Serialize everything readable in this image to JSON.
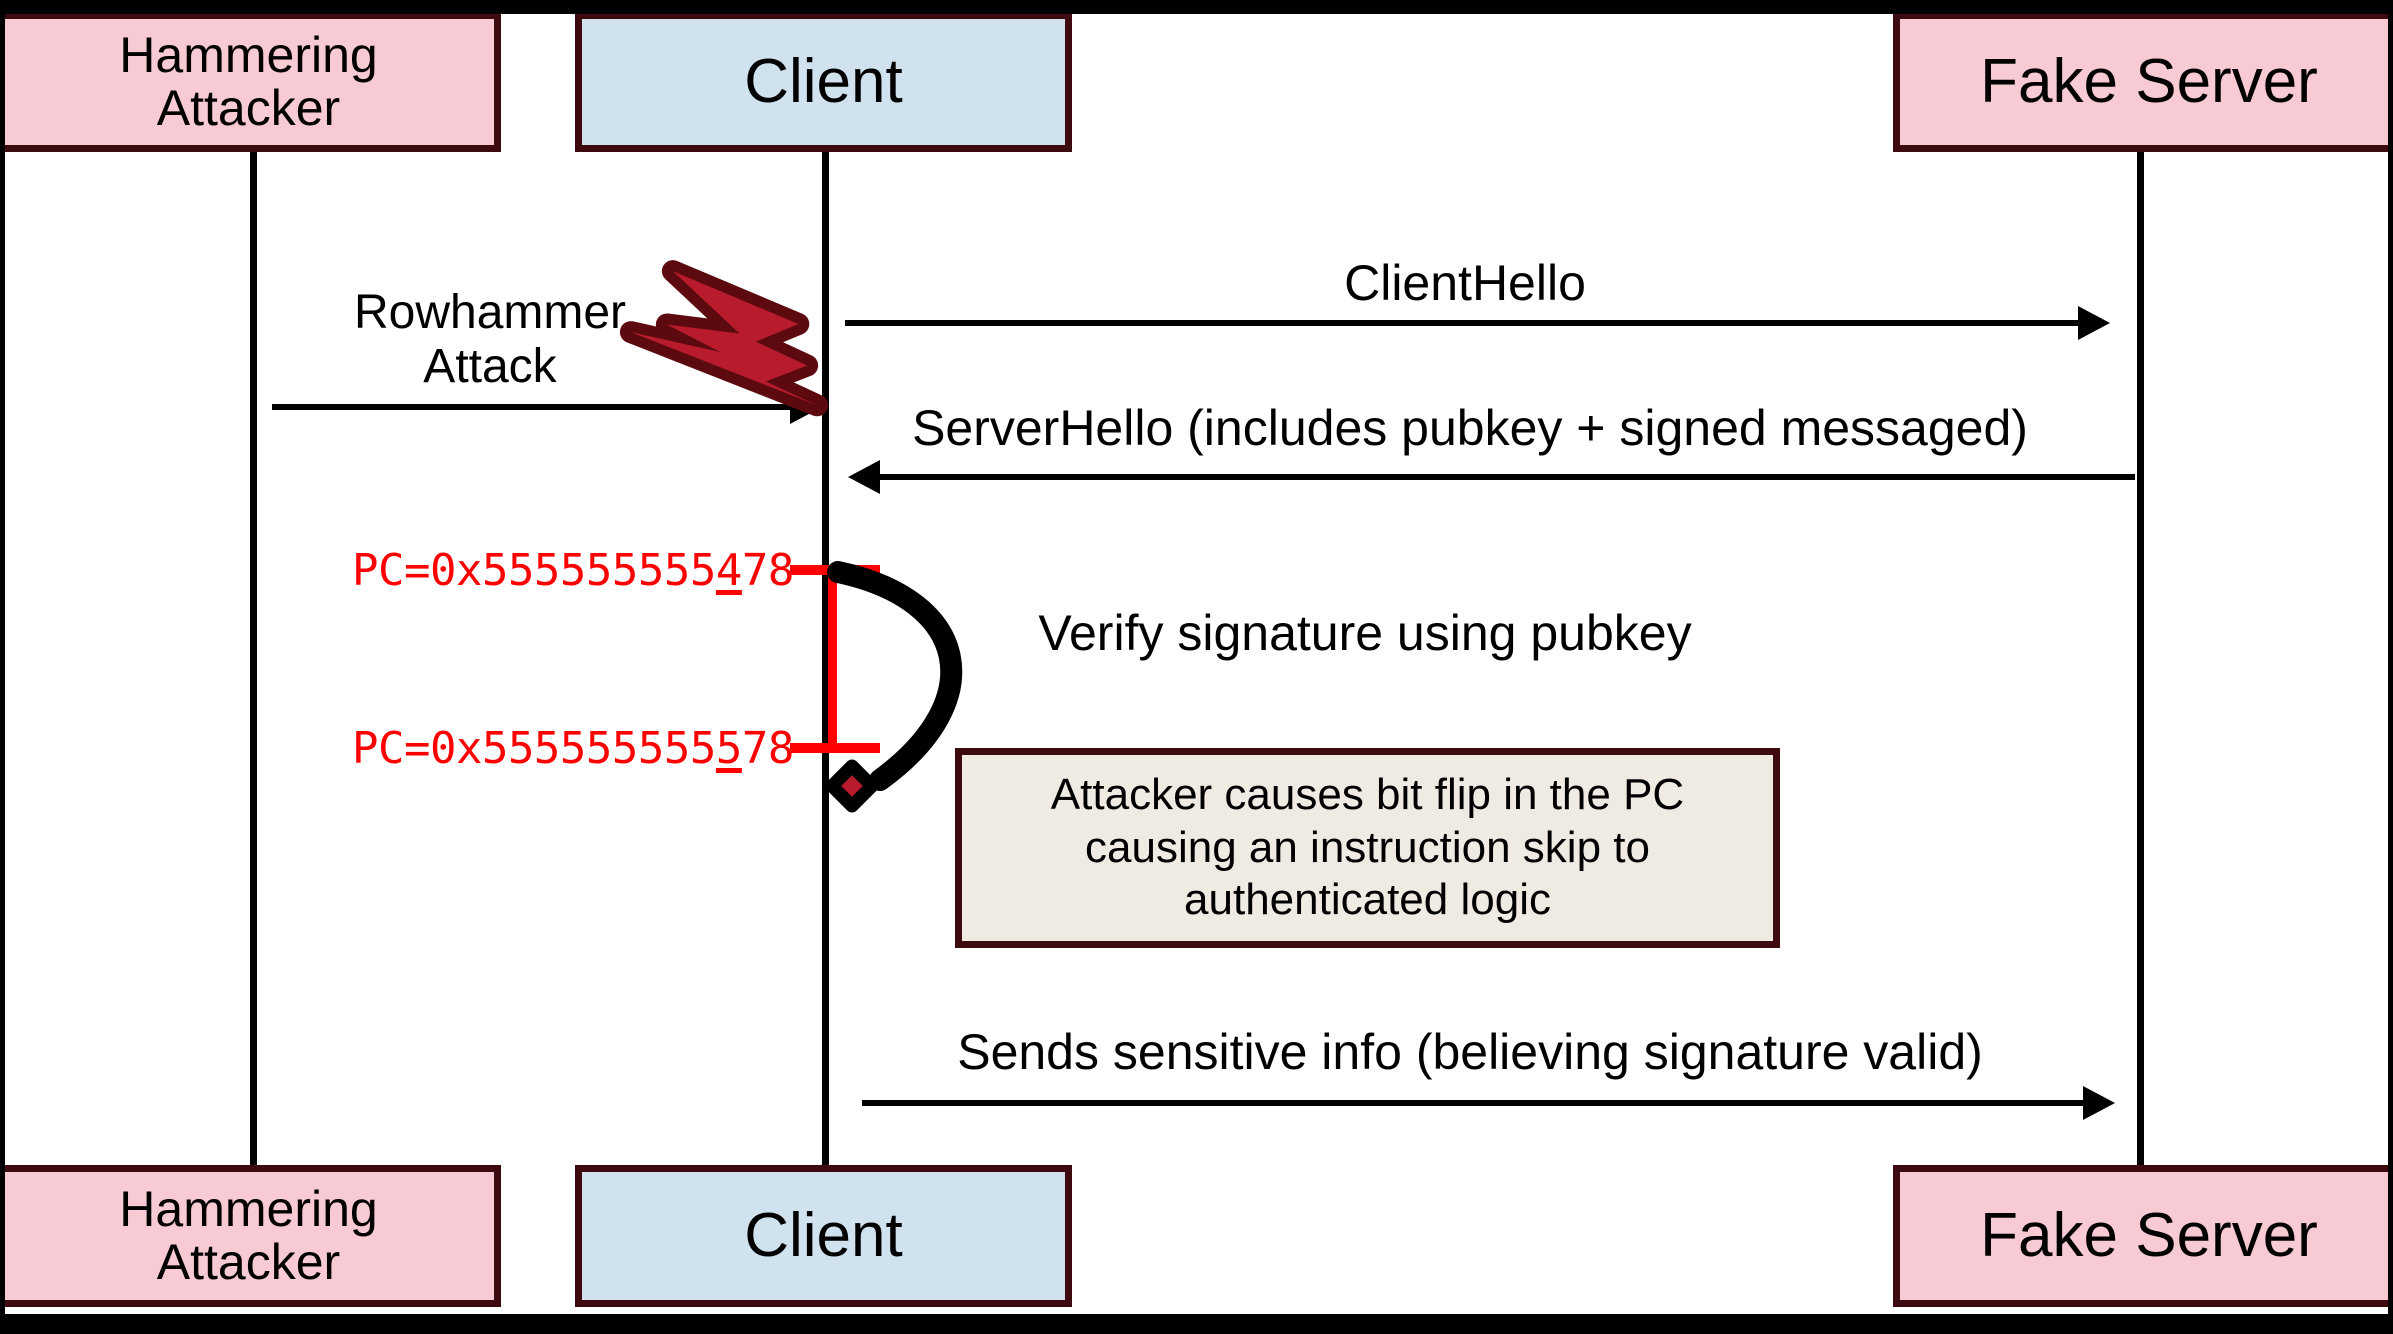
{
  "diagram": {
    "title": "Rowhammer attack on TLS client signature verification",
    "colors": {
      "actor_border": "#3D0A10",
      "attacker_fill": "#F7CAD4",
      "client_fill": "#CFE2EE",
      "note_fill": "#EFEBE2",
      "pc_red": "#FF0000",
      "bolt_outline": "#5C0A0F",
      "bolt_fill": "#B81B2C",
      "lifeline": "#000000"
    },
    "participants": [
      {
        "id": "attacker",
        "label": "Hammering\nAttacker",
        "fill": "attacker_fill"
      },
      {
        "id": "client",
        "label": "Client",
        "fill": "client_fill"
      },
      {
        "id": "server",
        "label": "Fake Server",
        "fill": "attacker_fill"
      }
    ],
    "footers": [
      {
        "id": "attacker",
        "label": "Hammering\nAttacker"
      },
      {
        "id": "client",
        "label": "Client"
      },
      {
        "id": "server",
        "label": "Fake Server"
      }
    ],
    "messages": [
      {
        "id": "rowhammer",
        "label": "Rowhammer\nAttack",
        "from": "attacker",
        "to": "client",
        "direction": "right"
      },
      {
        "id": "clienthello",
        "label": "ClientHello",
        "from": "client",
        "to": "server",
        "direction": "right"
      },
      {
        "id": "serverhello",
        "label": "ServerHello (includes pubkey + signed messaged)",
        "from": "server",
        "to": "client",
        "direction": "left"
      },
      {
        "id": "verify",
        "label": "Verify signature using pubkey",
        "from": "client",
        "to": "client",
        "direction": "self"
      },
      {
        "id": "sensitive",
        "label": "Sends sensitive info (believing signature valid)",
        "from": "client",
        "to": "server",
        "direction": "right"
      }
    ],
    "pc_markers": [
      {
        "id": "pc-before",
        "prefix": "PC=0x555555555",
        "flip_digit": "4",
        "suffix": "78",
        "full": "PC=0x555555555478"
      },
      {
        "id": "pc-after",
        "prefix": "PC=0x555555555",
        "flip_digit": "5",
        "suffix": "78",
        "full": "PC=0x555555555578"
      }
    ],
    "note": {
      "id": "bitflip-note",
      "text": "Attacker causes bit flip in the PC\ncausing an instruction skip to\nauthenticated logic"
    },
    "icons": {
      "lightning_bolt": "lightning-bolt-icon"
    }
  }
}
